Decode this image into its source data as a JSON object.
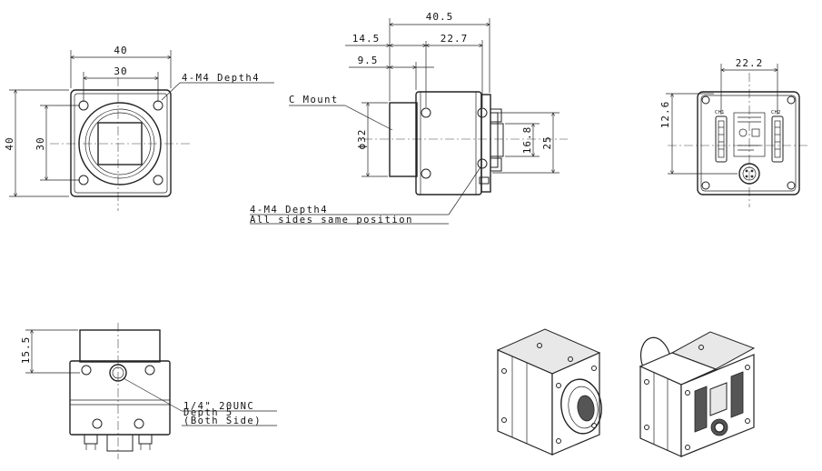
{
  "front_view": {
    "width_outer": "40",
    "width_holes": "30",
    "height_outer": "40",
    "height_holes": "30",
    "hole_note": "4-M4 Depth4"
  },
  "side_view": {
    "total_length": "40.5",
    "dim_14_5": "14.5",
    "dim_22_7": "22.7",
    "dim_9_5": "9.5",
    "mount_label": "C Mount",
    "mount_dia": "ϕ32",
    "dim_25": "25",
    "dim_16_8": "16.8",
    "hole_note_line1": "4-M4 Depth4",
    "hole_note_line2": "All sides same position"
  },
  "rear_view": {
    "dim_22_2": "22.2",
    "dim_12_6": "12.6",
    "ch1": "CH1",
    "ch2": "CH2"
  },
  "bottom_view": {
    "dim_15_5": "15.5",
    "tripod_line1": "1/4\" 20UNC",
    "tripod_line2": "Depth 5",
    "tripod_line3": "(Both Side)"
  }
}
